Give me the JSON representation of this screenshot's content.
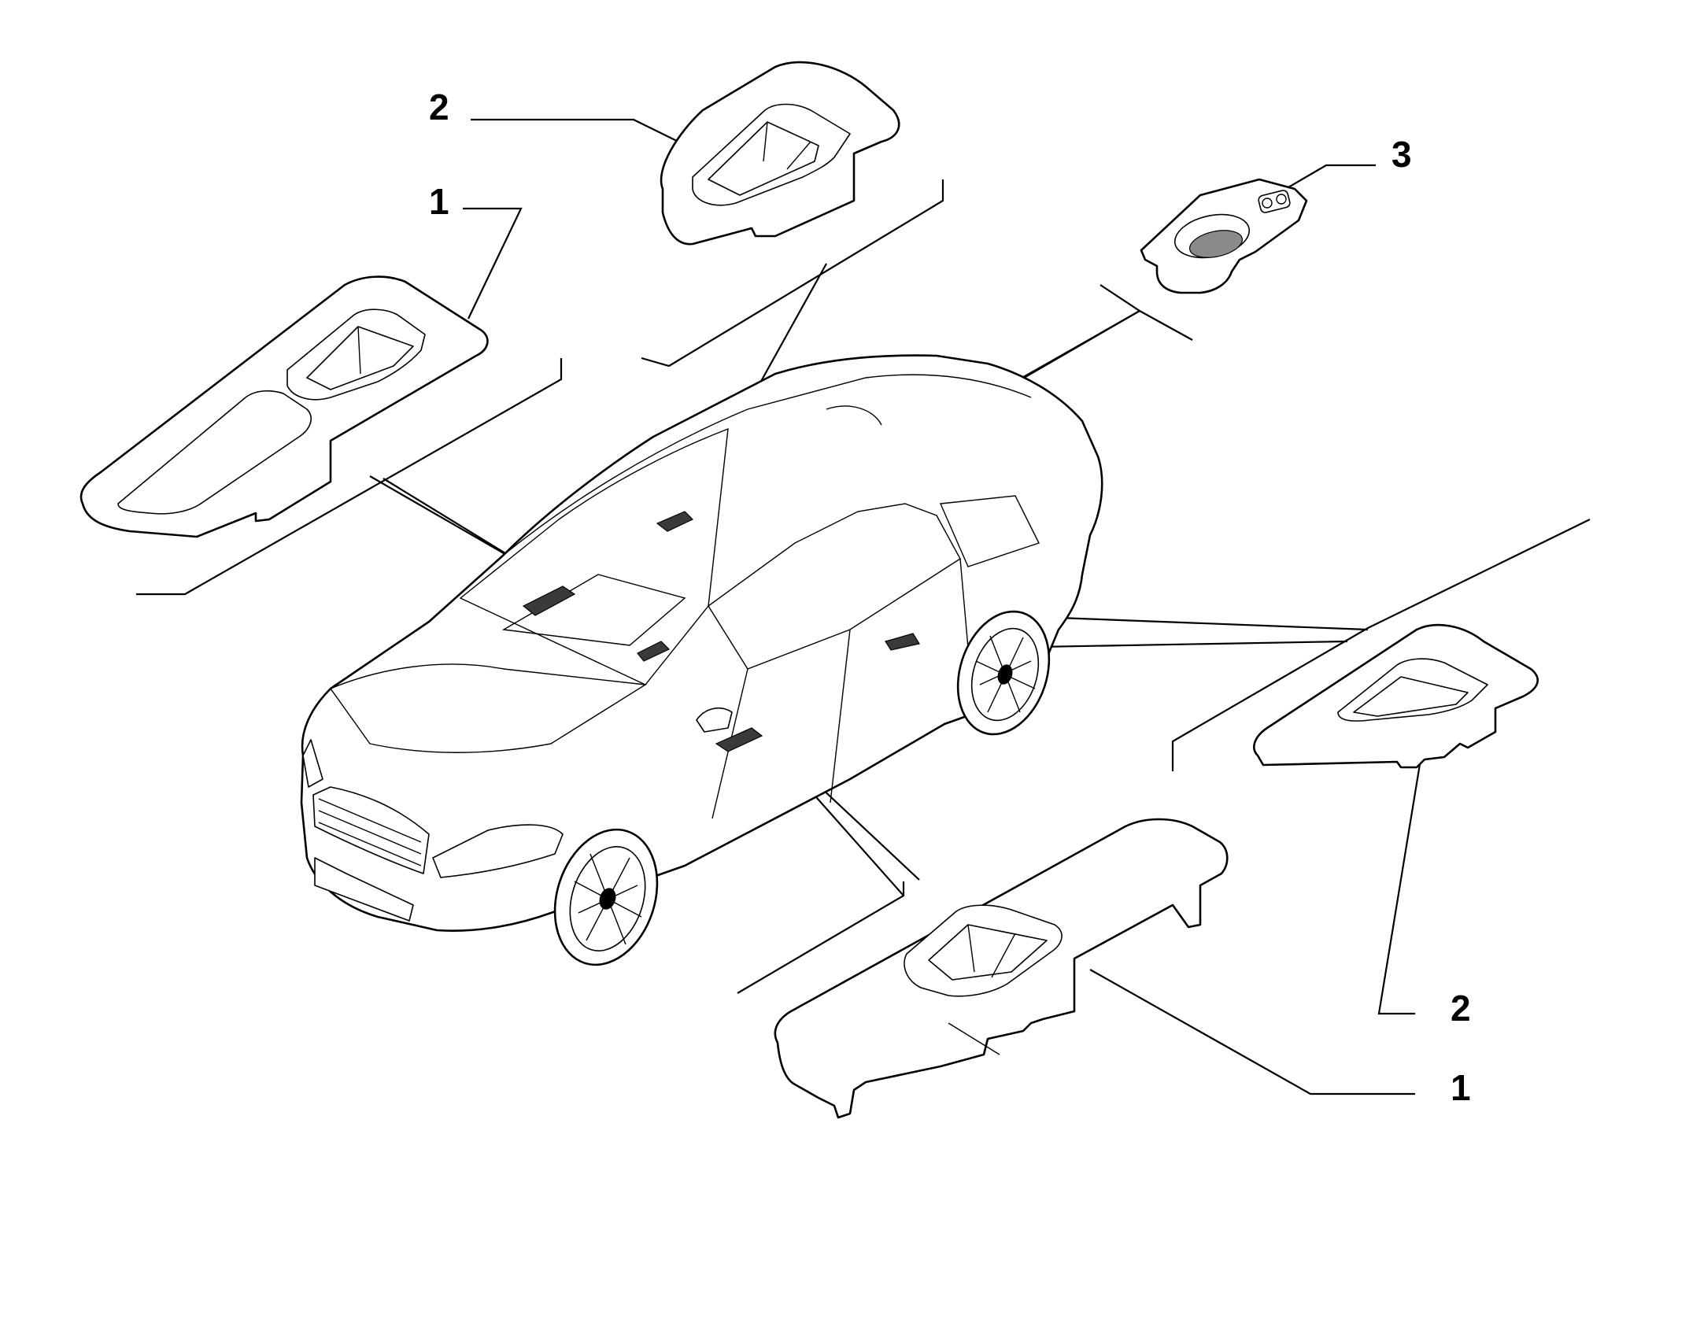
{
  "diagram": {
    "callouts": [
      {
        "id": "top-left-1",
        "text": "1"
      },
      {
        "id": "top-2",
        "text": "2"
      },
      {
        "id": "top-right-3",
        "text": "3"
      },
      {
        "id": "right-2",
        "text": "2"
      },
      {
        "id": "bottom-1",
        "text": "1"
      }
    ],
    "colors": {
      "line": "#000000",
      "background": "#ffffff",
      "part_fill": "#ffffff",
      "shade": "#3a3a3a"
    }
  }
}
